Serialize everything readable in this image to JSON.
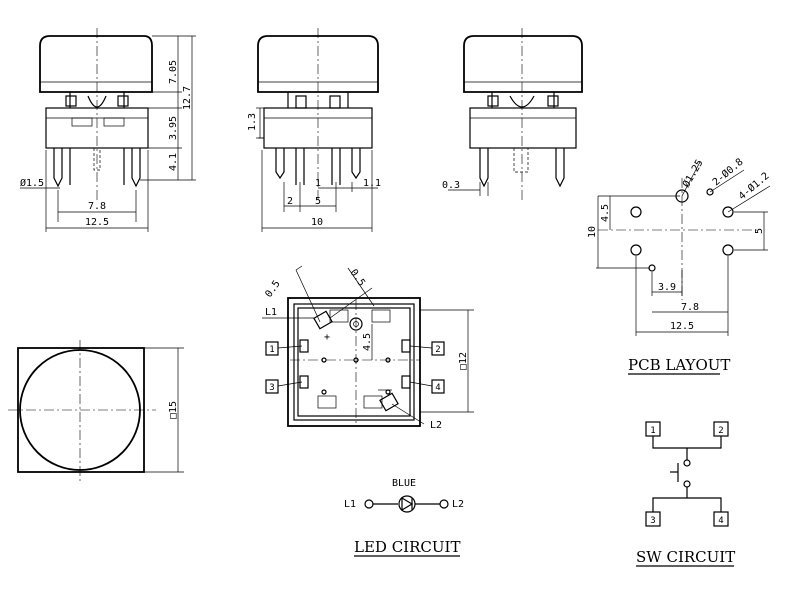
{
  "side_view": {
    "dim_height_cap": "7.05",
    "dim_height_total": "12.7",
    "dim_height_body": "3.95",
    "dim_height_pin": "4.1",
    "dim_pin_dia": "Ø1.5",
    "dim_pin_pitch": "7.8",
    "dim_width": "12.5"
  },
  "front_view": {
    "dim_shoulder": "1.3",
    "dim_led_pin": "1.1",
    "dim_led_offset": "1",
    "dim_pitch_2": "2",
    "dim_pitch_5": "5",
    "dim_width": "10"
  },
  "end_view": {
    "dim_pin_thk": "0.3"
  },
  "pcb_layout": {
    "dim_hole_d125": "Ø1.25",
    "dim_hole_2x08": "2-Ø0.8",
    "dim_hole_4x12": "4-Ø1.2",
    "dim_v45": "4.5",
    "dim_v10": "10",
    "dim_v5": "5",
    "dim_h39": "3.9",
    "dim_h78": "7.8",
    "dim_h125": "12.5",
    "title": "PCB LAYOUT"
  },
  "top_view": {
    "dim_05a": "0.5",
    "dim_05b": "0.5",
    "label_l1": "L1",
    "label_l2": "L2",
    "pin_1": "1",
    "pin_2": "2",
    "pin_3": "3",
    "pin_4": "4",
    "dim_45": "4.5",
    "dim_12": "□12",
    "plus": "+"
  },
  "cap_view": {
    "dim_15": "□15"
  },
  "led_circuit": {
    "color": "BLUE",
    "l1": "L1",
    "l2": "L2",
    "title": "LED CIRCUIT"
  },
  "sw_circuit": {
    "pin_1": "1",
    "pin_2": "2",
    "pin_3": "3",
    "pin_4": "4",
    "title": "SW CIRCUIT"
  }
}
